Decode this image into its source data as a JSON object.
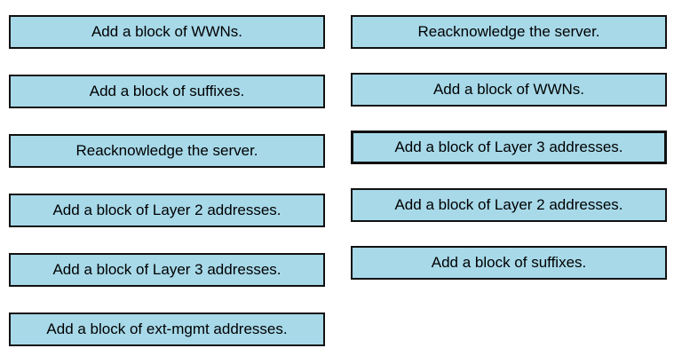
{
  "question": {
    "kind": "drag-and-drop-matching",
    "colors": {
      "box_fill": "#a7d9e9",
      "box_border": "#111111",
      "text": "#000000",
      "background": "#ffffff"
    },
    "left_column": {
      "items": [
        {
          "label": "Add a block of WWNs."
        },
        {
          "label": "Add a block of suffixes."
        },
        {
          "label": "Reacknowledge the server."
        },
        {
          "label": "Add a block of Layer 2 addresses."
        },
        {
          "label": "Add a block of  Layer 3 addresses."
        },
        {
          "label": "Add a block of ext-mgmt addresses."
        }
      ]
    },
    "right_column": {
      "items": [
        {
          "label": "Reacknowledge the server.",
          "highlighted": false
        },
        {
          "label": "Add a block of WWNs.",
          "highlighted": false
        },
        {
          "label": "Add a block of  Layer 3 addresses.",
          "highlighted": true
        },
        {
          "label": "Add a block of Layer 2 addresses.",
          "highlighted": false
        },
        {
          "label": "Add a block of suffixes.",
          "highlighted": false
        }
      ]
    }
  }
}
